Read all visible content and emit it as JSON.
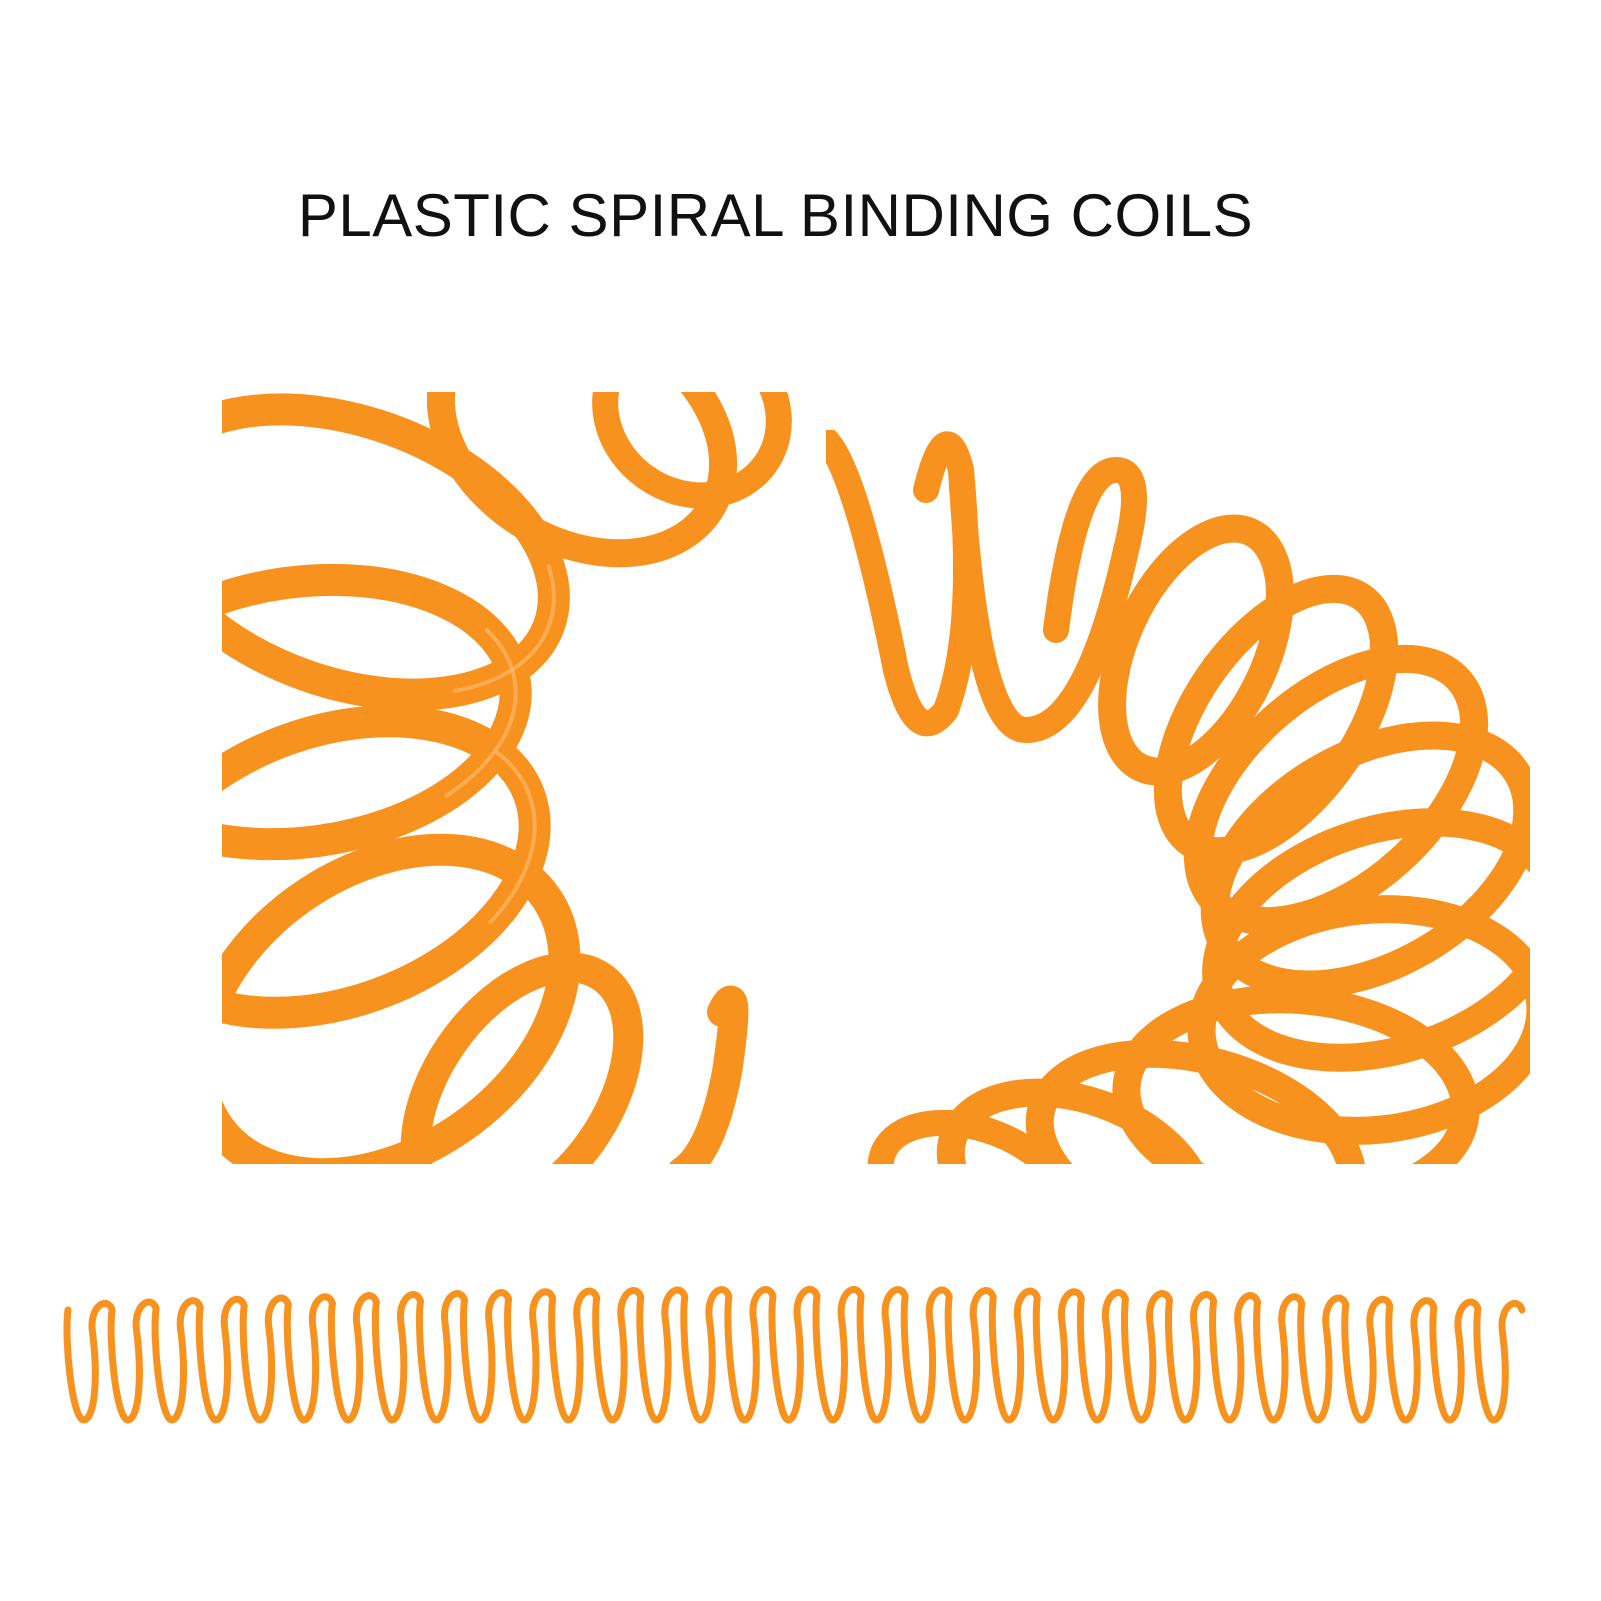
{
  "title": "PLASTIC SPIRAL BINDING COILS",
  "colors": {
    "coil": "#f7921e",
    "coil_dark": "#e47c12",
    "coil_highlight": "#ffb866",
    "background": "#ffffff"
  },
  "images": {
    "left_closeup": "orange-coil-closeup-left",
    "right_closeup": "orange-coil-closeup-right",
    "full_coil": "orange-coil-full-length"
  }
}
